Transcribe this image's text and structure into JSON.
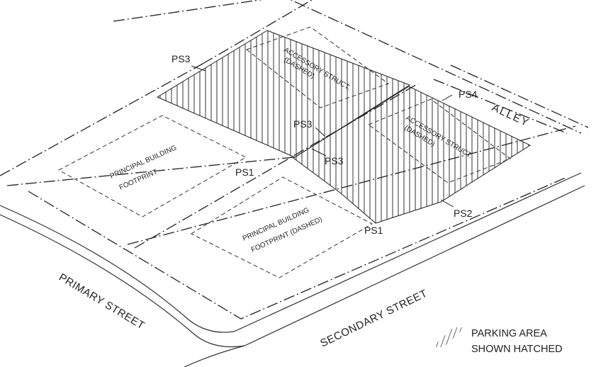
{
  "labels": {
    "principal_building_1_line1": "PRINCIPAL BUILDING",
    "principal_building_1_line2": "FOOTPRINT",
    "principal_building_2_line1": "PRINCIPAL BUILDING",
    "principal_building_2_line2": "FOOTPRINT (DASHED)",
    "accessory_1_line1": "ACCESSORY STRUCT.",
    "accessory_1_line2": "(DASHED)",
    "accessory_2_line1": "ACCESSORY STRUCT.",
    "accessory_2_line2": "(DASHED)",
    "ps3_top": "PS3",
    "ps3_middle": "PS3",
    "ps3_lower": "PS3",
    "ps1_left": "PS1",
    "ps1_right": "PS1",
    "ps4": "PS4",
    "ps2": "PS2",
    "alley": "ALLEY",
    "primary_street": "PRIMARY STREET",
    "secondary_street": "SECONDARY STREET"
  },
  "legend": {
    "line1": "PARKING AREA",
    "line2": "SHOWN HATCHED"
  },
  "colors": {
    "line": "#222222",
    "background": "#ffffff"
  }
}
